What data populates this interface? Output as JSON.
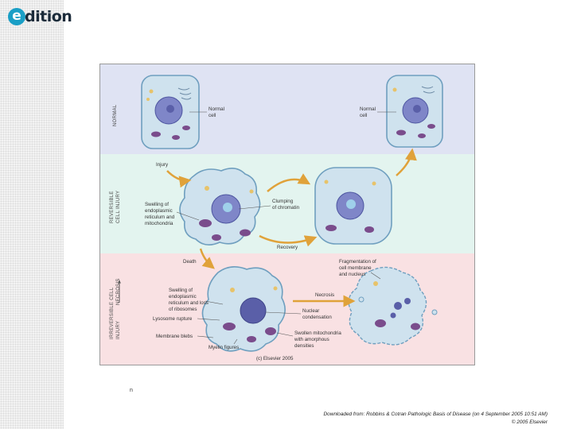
{
  "logo": {
    "text": "edition"
  },
  "figure": {
    "rows": [
      {
        "key": "normal",
        "label": "NORMAL",
        "color": "#dfe3f3"
      },
      {
        "key": "reversible",
        "label_line1": "REVERSIBLE",
        "label_line2": "CELL INJURY",
        "color": "#e3f4ef"
      },
      {
        "key": "irreversible",
        "label_line1": "IRREVERSIBLE CELL",
        "label_line2": "INJURY",
        "label_line3": "NECROSIS",
        "color": "#f9e1e3"
      }
    ],
    "labels": {
      "normal_cell": [
        "Normal",
        "cell"
      ],
      "injury": "Injury",
      "recovery": "Recovery",
      "swelling_er": [
        "Swelling of",
        "endoplasmic",
        "reticulum and",
        "mitochondria"
      ],
      "clumping": [
        "Clumping",
        "of chromatin"
      ],
      "death": "Death",
      "fragmentation": [
        "Fragmentation of",
        "cell membrane",
        "and nucleus"
      ],
      "swelling_ribosomes": [
        "Swelling of",
        "endoplasmic",
        "reticulum and loss",
        "of ribosomes"
      ],
      "lysosome": "Lysosome rupture",
      "membrane_blebs": "Membrane blebs",
      "myelin": "Myelin figures",
      "necrosis": "Necrosis",
      "nuclear": [
        "Nuclear",
        "condensation"
      ],
      "swollen_mito": [
        "Swollen mitochondria",
        "with amorphous",
        "densities"
      ],
      "copyright": "(c) Elsevier 2005"
    },
    "colors": {
      "cell_body": "#cfe2ee",
      "cell_edge": "#6f9fbf",
      "nucleus": "#7f86c8",
      "mito": "#7a4c8c",
      "arrow": "#e0a23a"
    }
  },
  "panel_caption": "n",
  "footer": {
    "line1": "Downloaded from: Robbins & Cotran Pathologic Basis of Disease (on 4 September 2005 10:51 AM)",
    "line2": "© 2005 Elsevier"
  }
}
